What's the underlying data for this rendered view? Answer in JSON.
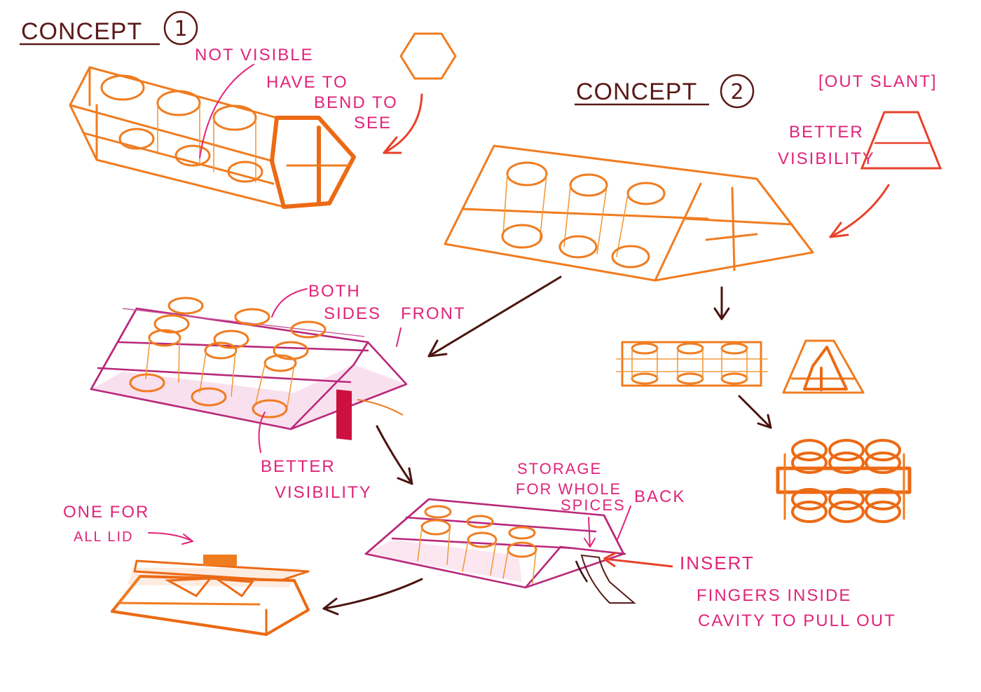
{
  "concept1": {
    "title": "CONCEPT",
    "number": "1",
    "note_lines": [
      "NOT VISIBLE",
      "HAVE TO",
      "BEND TO",
      "SEE"
    ]
  },
  "concept2": {
    "title": "CONCEPT",
    "number": "2",
    "out_slant": "[OUT SLANT]",
    "better_visibility_lines": [
      "BETTER",
      "VISIBILITY"
    ]
  },
  "middle_sketch": {
    "both_sides_lines": [
      "BOTH",
      "SIDES"
    ],
    "front": "FRONT",
    "better_visibility_lines": [
      "BETTER",
      "VISIBILITY"
    ]
  },
  "lid_sketch": {
    "lines": [
      "ONE FOR",
      "ALL LID"
    ]
  },
  "back_sketch": {
    "storage_lines": [
      "STORAGE",
      "FOR WHOLE",
      "SPICES"
    ],
    "back": "BACK",
    "insert_lines": [
      "INSERT",
      "FINGERS INSIDE",
      "CAVITY TO PULL OUT"
    ]
  },
  "colors": {
    "label_pink": "#e0247a",
    "title_brown": "#5a1a18",
    "sketch_orange": "#f07c20",
    "sketch_magenta": "#b8287a",
    "arrow_red": "#e8402a",
    "arrow_brown": "#4a1410"
  }
}
